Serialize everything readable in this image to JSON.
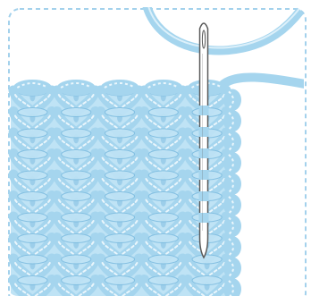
{
  "illustration": {
    "subject": "knitted-swatch-with-tapestry-needle",
    "colors": {
      "yarn_fill": "#bfe3f5",
      "yarn_mid": "#a5d5ee",
      "yarn_shadow": "#7fbde0",
      "yarn_highlight": "#eaf6fc",
      "frame_dash": "#a3d1ec",
      "needle_fill": "#ffffff",
      "needle_stroke": "#5a5a5a",
      "background": "#ffffff"
    },
    "grid": {
      "columns": 5,
      "rows": 10
    },
    "needle": {
      "visible_stitch_segments": 6
    }
  }
}
